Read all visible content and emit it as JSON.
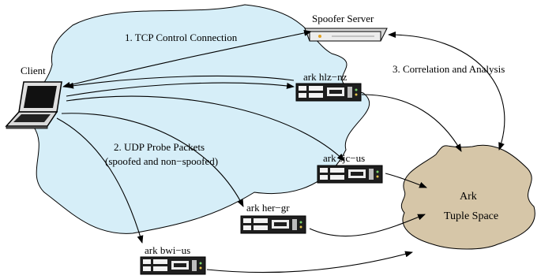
{
  "nodes": {
    "client": "Client",
    "spoofer_server": "Spoofer Server",
    "hlz": "ark hlz−nz",
    "sjc": "ark sjc−us",
    "her": "ark her−gr",
    "bwi": "ark bwi−us",
    "tuple_line1": "Ark",
    "tuple_line2": "Tuple Space"
  },
  "edges": {
    "tcp": "1. TCP Control Connection",
    "udp_line1": "2. UDP Probe Packets",
    "udp_line2": "(spoofed and non−spoofed)",
    "correlation": "3. Correlation and Analysis"
  },
  "colors": {
    "cloud_fill": "#d6eef8",
    "tuple_fill": "#d6c6a8",
    "server_dark": "#1e1e1e"
  }
}
